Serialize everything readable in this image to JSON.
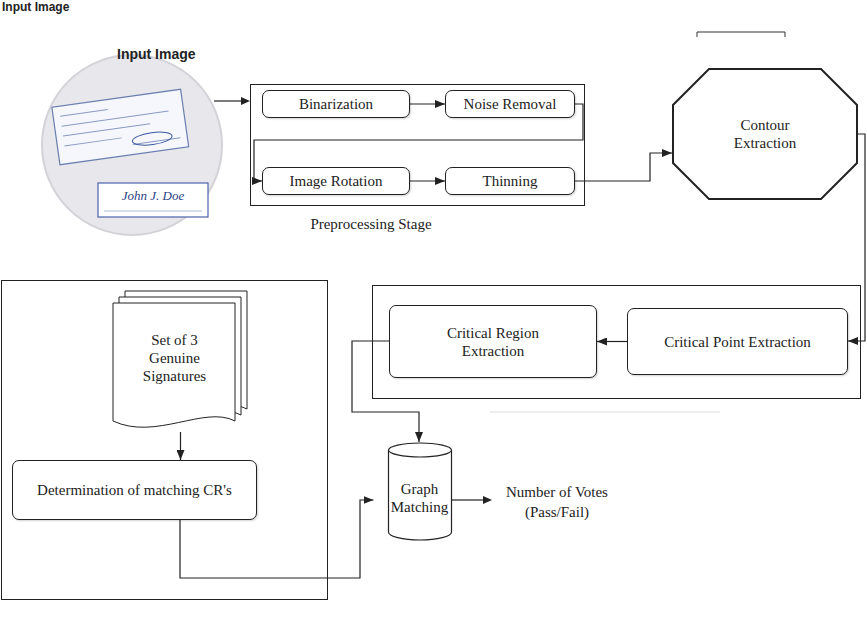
{
  "diagram": {
    "nodes": [
      {
        "text": [
          "Preprocessing Stage"
        ]
      },
      {
        "text": [
          "Binarization"
        ],
        "in": 0
      },
      {
        "text": [
          "Noise Removal"
        ],
        "in": 0
      },
      {
        "text": [
          "Image Rotation"
        ],
        "in": 0
      },
      {
        "text": [
          "Thinning"
        ],
        "in": 0
      },
      {
        "text": [
          "Contour Extraction"
        ]
      },
      {
        "text": [
          "Critical Point Extraction"
        ]
      },
      {
        "text": [
          "Critical Region Extraction"
        ]
      },
      {
        "text": [
          "Set of 3 Genuine Signatures"
        ]
      },
      {
        "text": [
          "Determination of matching CR's"
        ]
      },
      {
        "text": [
          "Graph Matching"
        ]
      }
    ],
    "edges": [
      {
        "from": 1,
        "to": 2,
        "arrow": "to"
      },
      {
        "from": 2,
        "to": 3,
        "arrow": "to"
      },
      {
        "from": 3,
        "to": 4,
        "arrow": "to"
      },
      {
        "from": 4,
        "to": 5,
        "arrow": "to"
      },
      {
        "from": 5,
        "to": 6,
        "arrow": "to"
      },
      {
        "from": 6,
        "to": 7,
        "arrow": "to"
      },
      {
        "from": 7,
        "to": 10,
        "arrow": "to"
      },
      {
        "from": 8,
        "to": 9,
        "arrow": "to"
      },
      {
        "from": 9,
        "to": 10,
        "arrow": "to"
      }
    ],
    "labels": [
      "Input Image",
      "Input Image",
      "John J. Doe",
      "Number of Votes (Pass/Fail)"
    ]
  }
}
